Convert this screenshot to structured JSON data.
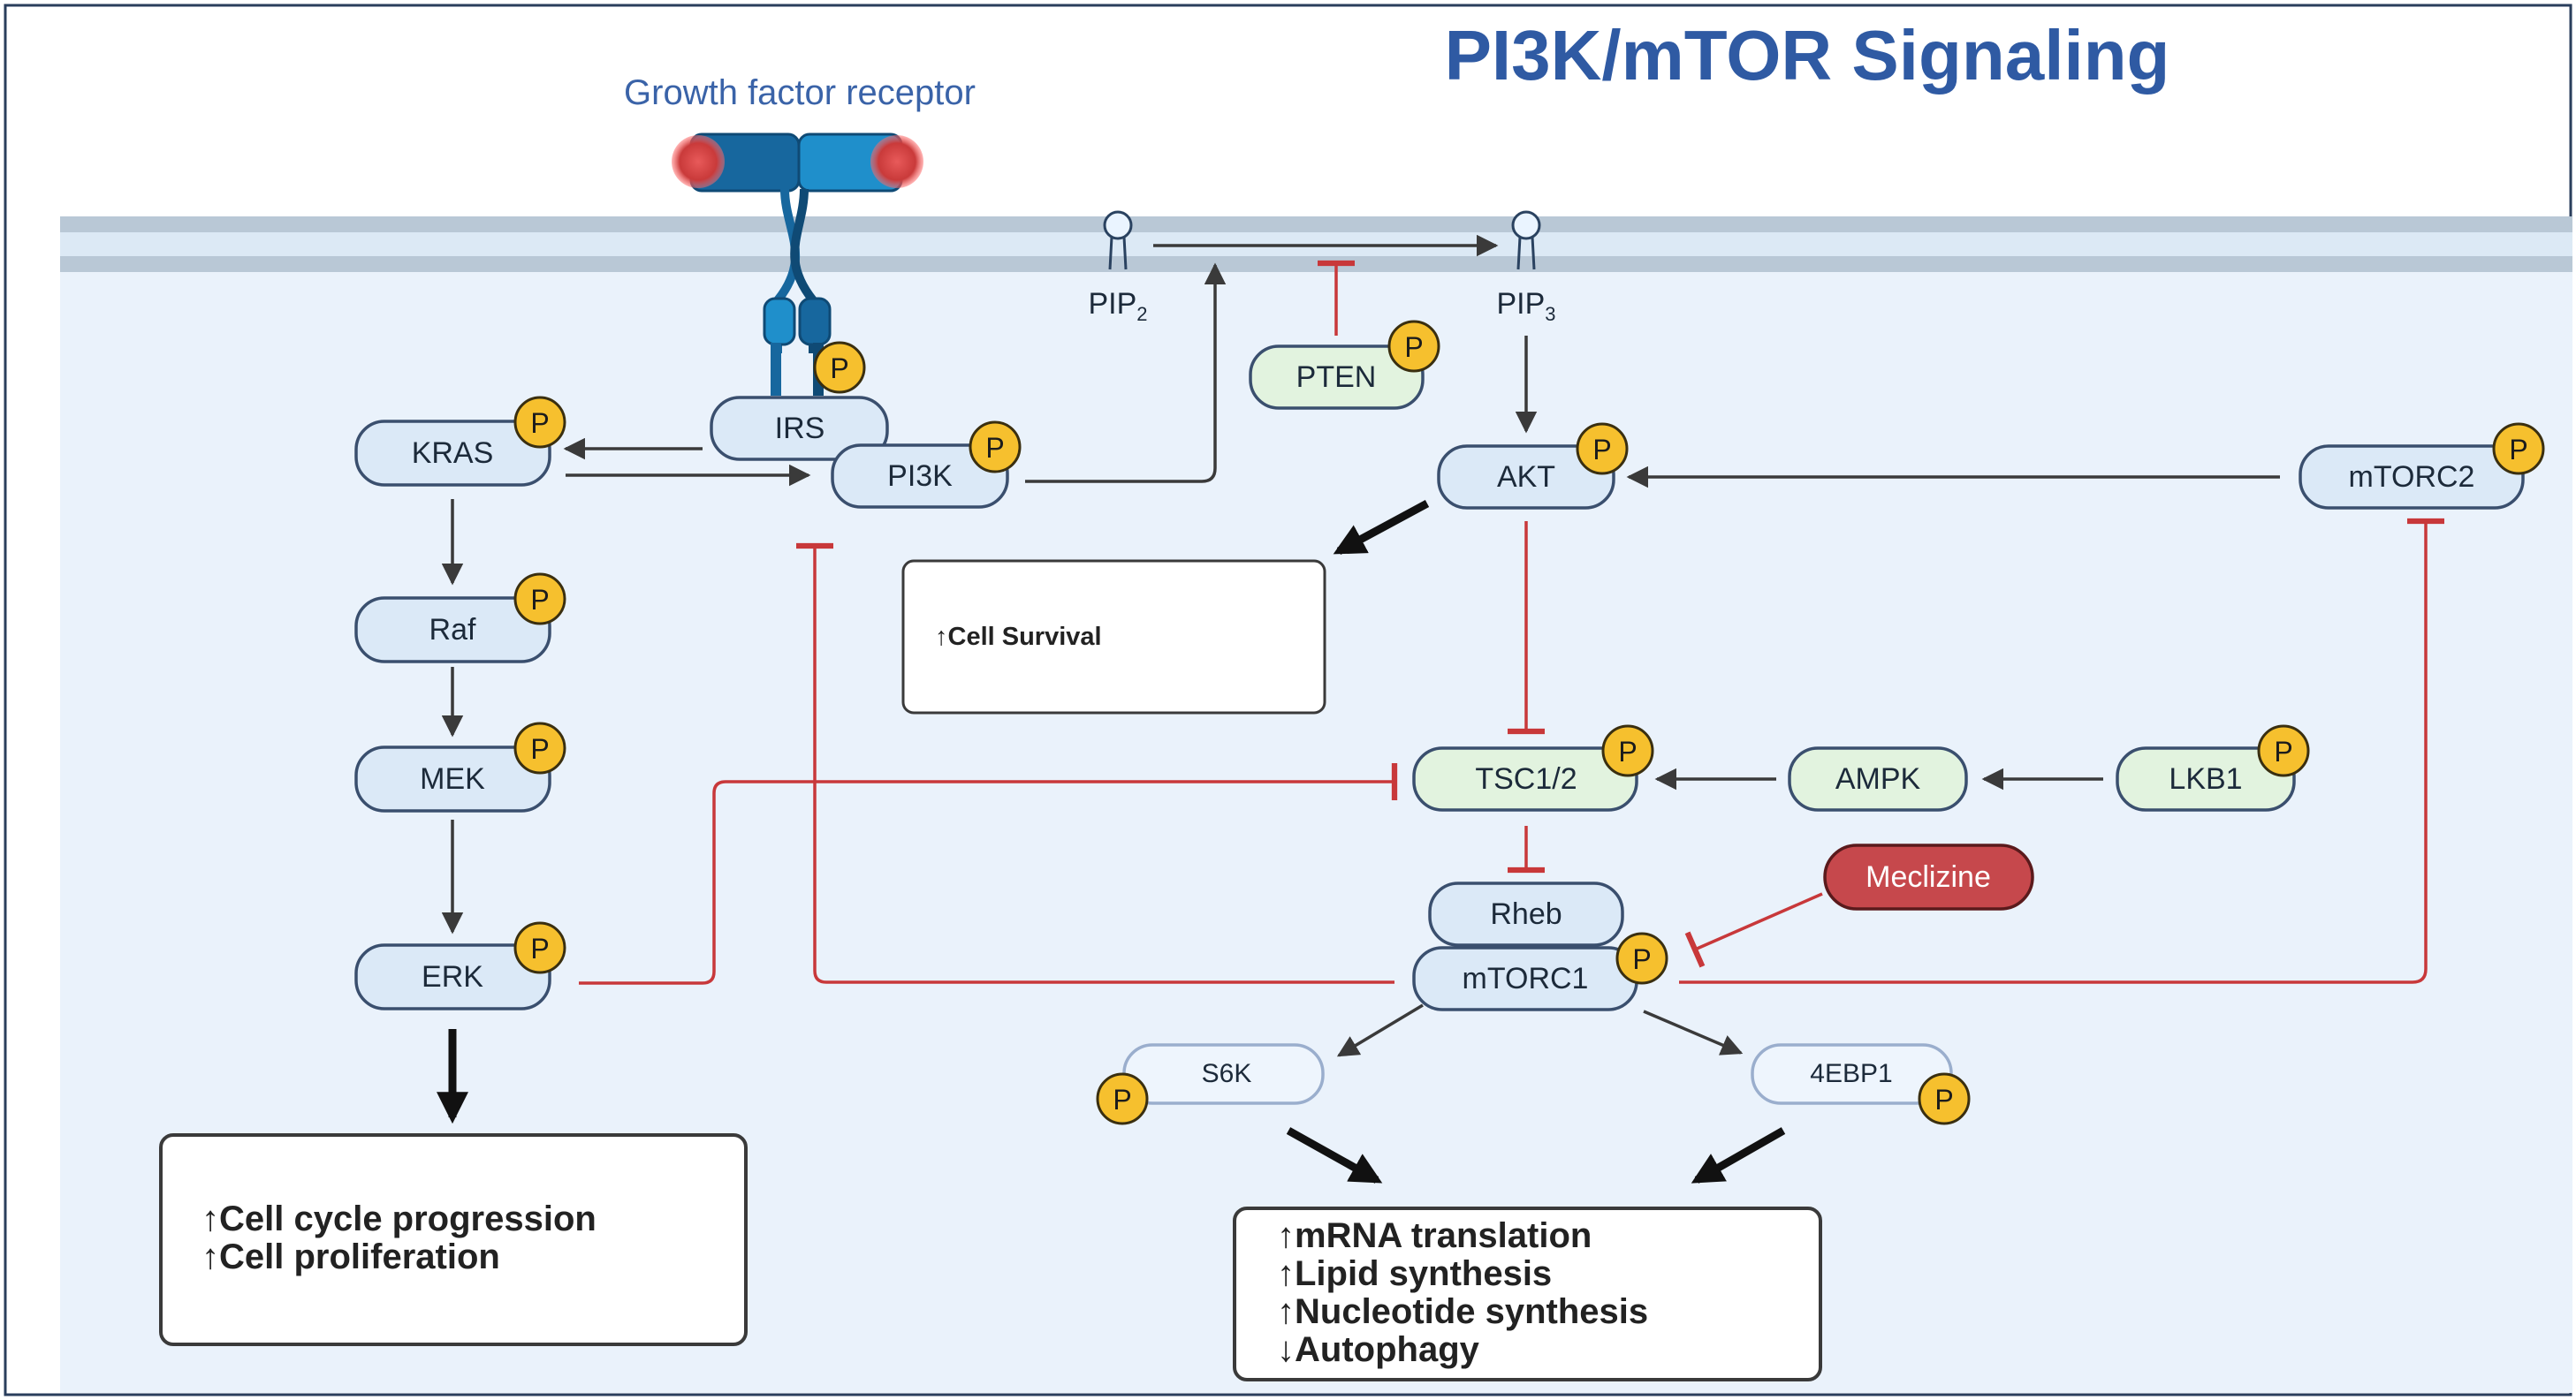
{
  "title": "PI3K/mTOR Signaling",
  "receptor_label": "Growth factor receptor",
  "phospho_label": "P",
  "colors": {
    "title": "#2f5aa3",
    "receptor_label": "#3a63a8",
    "membrane": "#b9c8d6",
    "cytoplasm": "#eaf2fb",
    "node_fill": "#dbe9f7",
    "node_stroke": "#3a4f6e",
    "green_fill": "#e2f3df",
    "phospho": "#f6c02e",
    "inhibit": "#c8383a",
    "drug": "#c6484c",
    "arrow": "#3a3a3a"
  },
  "nodes": {
    "kras": "KRAS",
    "raf": "Raf",
    "mek": "MEK",
    "erk": "ERK",
    "irs": "IRS",
    "pi3k": "PI3K",
    "pten": "PTEN",
    "akt": "AKT",
    "mtorc2": "mTORC2",
    "tsc": "TSC1/2",
    "ampk": "AMPK",
    "lkb1": "LKB1",
    "rheb": "Rheb",
    "mtorc1": "mTORC1",
    "s6k": "S6K",
    "ebp1": "4EBP1",
    "meclizine": "Meclizine"
  },
  "lipids": {
    "pip2": "PIP",
    "pip2_sub": "2",
    "pip3": "PIP",
    "pip3_sub": "3"
  },
  "outcomes": {
    "survival": "↑Cell Survival",
    "proliferation": [
      "↑Cell cycle progression",
      "↑Cell proliferation"
    ],
    "translation": [
      "↑mRNA translation",
      "↑Lipid synthesis",
      "↑Nucleotide synthesis",
      "↓Autophagy"
    ]
  }
}
